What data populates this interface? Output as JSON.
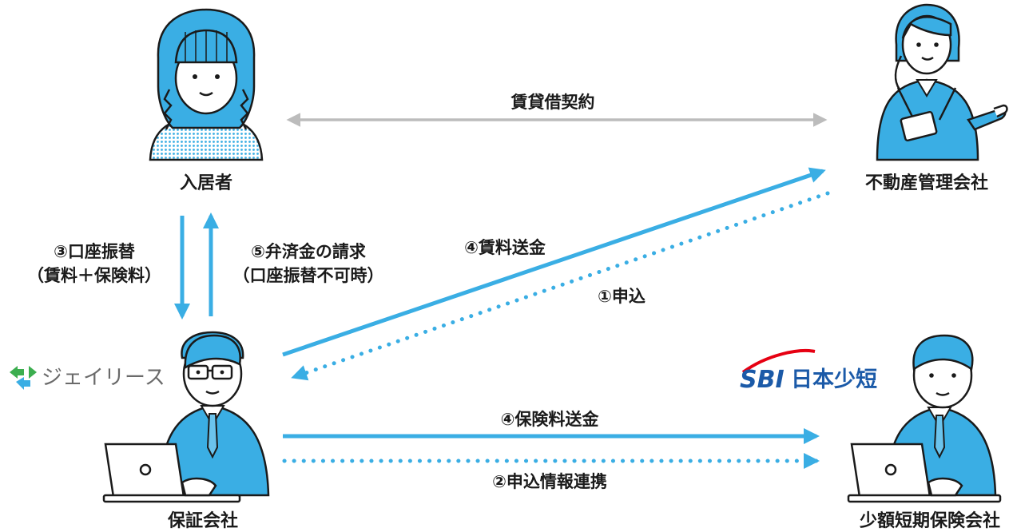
{
  "colors": {
    "accent": "#3aaee4",
    "accent_dark": "#1f8fc9",
    "gray_arrow": "#bcbcbc",
    "ink": "#1a1a1a",
    "sbi_blue": "#1b5aa8",
    "sbi_red": "#e60012"
  },
  "parties": {
    "resident": "入居者",
    "property_manager": "不動産管理会社",
    "guarantor": "保証会社",
    "insurer": "少額短期保険会社"
  },
  "logos": {
    "jlease": "ジェイリース",
    "sbi_mark": "SBI",
    "sbi_name": "日本少短"
  },
  "flows": {
    "lease": "賃貸借契約",
    "debit_line1": "③口座振替",
    "debit_line2": "（賃料＋保険料）",
    "claim_line1": "⑤弁済金の請求",
    "claim_line2": "（口座振替不可時）",
    "rent_remit": "④賃料送金",
    "apply": "①申込",
    "premium_remit": "④保険料送金",
    "data_link": "②申込情報連携"
  }
}
